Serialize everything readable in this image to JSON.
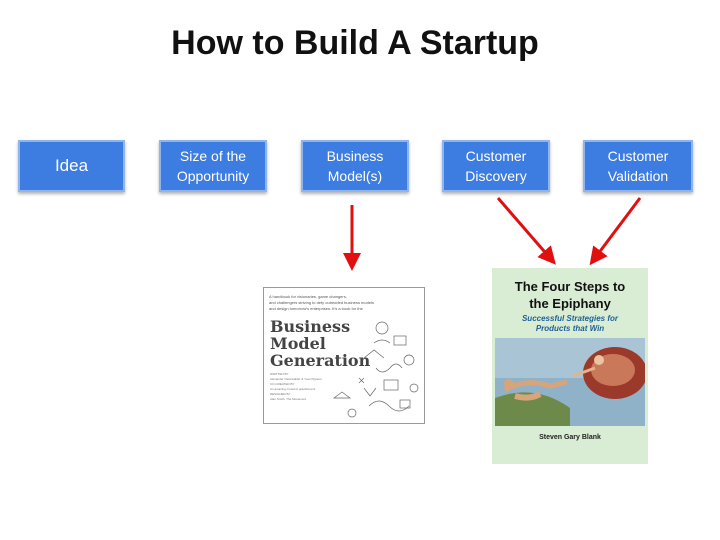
{
  "title": "How to Build A Startup",
  "steps": [
    {
      "label": "Idea"
    },
    {
      "label": "Size  of the\nOpportunity"
    },
    {
      "label": "Business\nModel(s)"
    },
    {
      "label": "Customer\nDiscovery"
    },
    {
      "label": "Customer\nValidation"
    }
  ],
  "books": {
    "business_model": {
      "title": "Business\nModel\nGeneration",
      "blurb": "A handbook for visionaries, game changers,\nand challengers striving to defy outmoded business models\nand design tomorrow's enterprises. It's a book for the",
      "credits": "WRITTEN BY\nAlexander Osterwalder & Yves Pigneur\nCO-CREATED BY\nAn amazing crowd of practitioners\nDESIGNED BY\nAlan Smith, The Movement"
    },
    "four_steps": {
      "title": "The Four Steps to\nthe Epiphany",
      "subtitle": "Successful Strategies for\nProducts that Win",
      "author": "Steven Gary Blank"
    }
  },
  "colors": {
    "step_fill": "#3d7ce0",
    "step_border": "#8fb4ee",
    "arrow": "#e01010"
  },
  "icons": {
    "arrow": "red-arrow-icon"
  }
}
